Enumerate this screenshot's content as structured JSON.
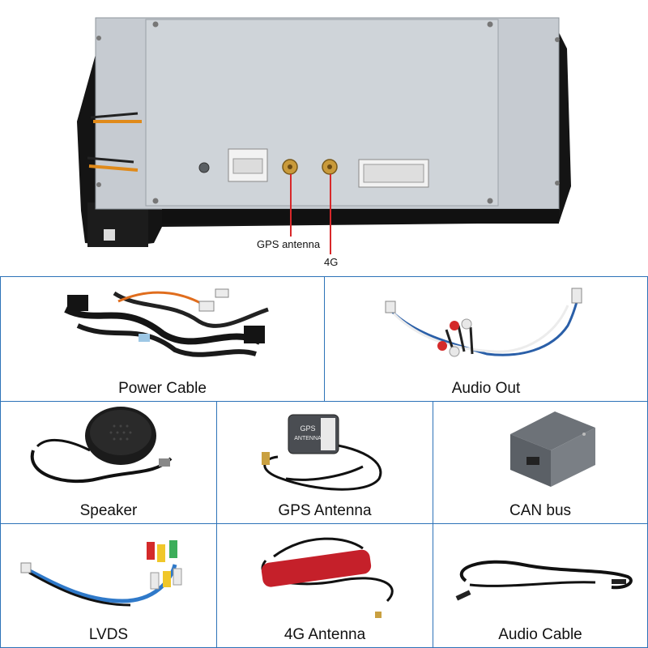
{
  "head_unit": {
    "callouts": {
      "gps_label": "GPS antenna",
      "fourg_label": "4G"
    }
  },
  "accessories": [
    {
      "id": "power-cable",
      "label": "Power Cable"
    },
    {
      "id": "audio-out",
      "label": "Audio Out"
    },
    {
      "id": "speaker",
      "label": "Speaker"
    },
    {
      "id": "gps-antenna",
      "label": "GPS Antenna",
      "device_text": [
        "GPS",
        "ANTENNA"
      ]
    },
    {
      "id": "can-bus",
      "label": "CAN bus"
    },
    {
      "id": "lvds",
      "label": "LVDS"
    },
    {
      "id": "4g-antenna",
      "label": "4G Antenna"
    },
    {
      "id": "audio-cable",
      "label": "Audio Cable"
    }
  ],
  "colors": {
    "panel_border": "#2d73b8",
    "callout_line": "#d8282a",
    "unit_body": "#c9ced3",
    "unit_frame": "#111111"
  }
}
